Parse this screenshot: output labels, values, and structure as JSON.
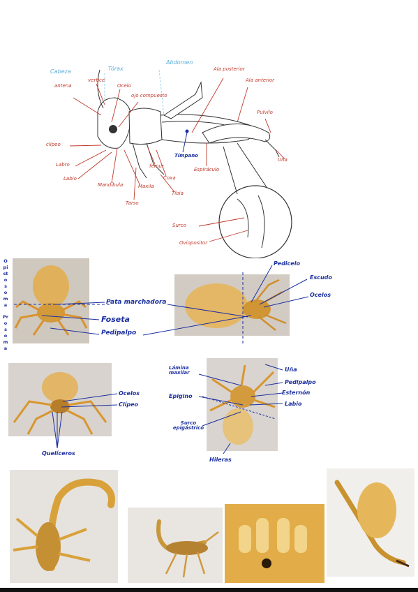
{
  "grasshopper": {
    "regions": {
      "head": "Cabeza",
      "thorax": "Tórax",
      "abdomen": "Abdomen"
    },
    "labels": {
      "antena": "antena",
      "vertice": "vertice",
      "ocelo": "Ocelo",
      "ojo": "ojo compuesto",
      "ala_post": "Ala posterior",
      "ala_ant": "Ala anterior",
      "pulvilo": "Pulvilo",
      "clipeo": "clipeo",
      "labro": "Labro",
      "labio": "Labio",
      "mandibula": "Mandíbula",
      "maxila": "Maxila",
      "femur": "femur",
      "coxa": "Coxa",
      "tibia": "Tibia",
      "tarso": "Tarso",
      "timpano": "Tímpano",
      "espiraculo": "Espiráculo",
      "una": "Uña",
      "surco": "Surco",
      "ovipositor": "Oviopositor"
    }
  },
  "spider_side_text": {
    "top": "Opistosoma",
    "bottom": "Prosoma"
  },
  "spider1": {
    "pata": "Pata marchadora",
    "foseta": "Foseta",
    "pedipalpo": "Pedipalpo",
    "pedicelo": "Pedicelo",
    "escudo": "Escudo",
    "ocelos": "Ocelos"
  },
  "spider2": {
    "ocelos": "Ocelos",
    "clipeo": "Clípeo",
    "queliceros": "Quelíceros"
  },
  "spider3": {
    "lamina": "Lámina maxilar",
    "epigino": "Epigino",
    "surco": "Surco epigástrico",
    "hileras": "Hileras",
    "una": "Uña",
    "pedipalpo": "Pedipalpo",
    "esternon": "Esternón",
    "labio": "Labio"
  },
  "colors": {
    "red": "#c0392b",
    "blue": "#1b2fa0",
    "cyan": "#5aaed6",
    "amber": "#d9a13a"
  }
}
